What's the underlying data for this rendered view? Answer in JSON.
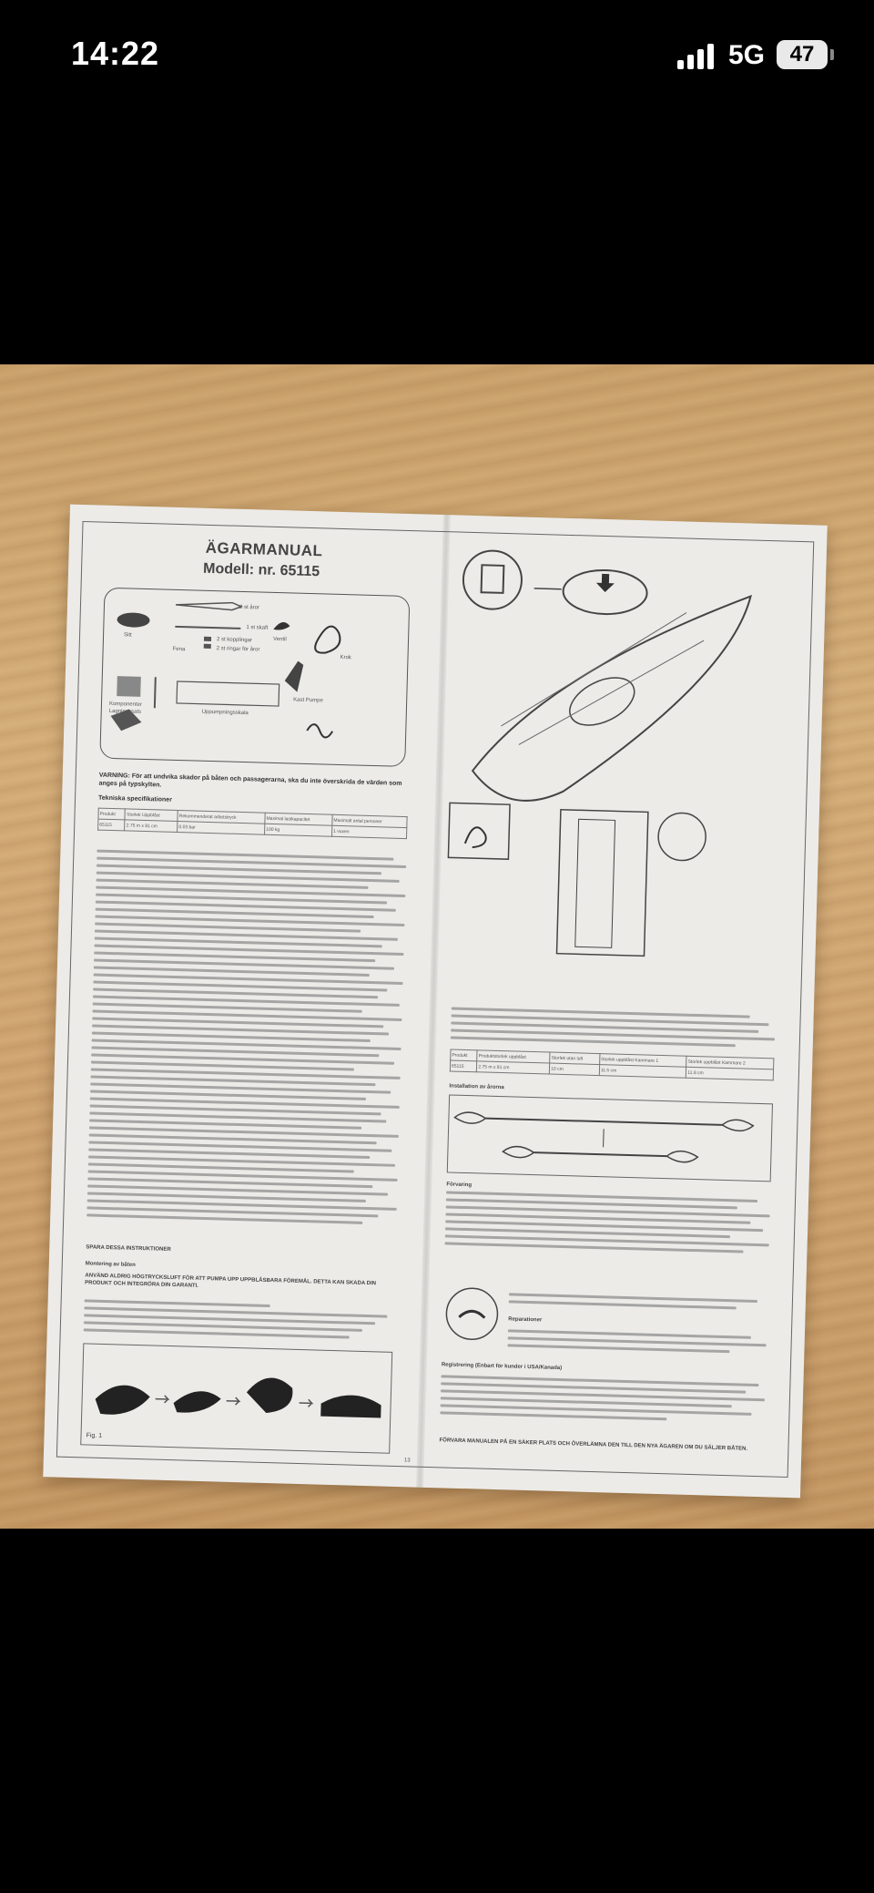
{
  "status_bar": {
    "time": "14:22",
    "network": "5G",
    "battery": "47"
  },
  "document": {
    "title": "ÄGARMANUAL",
    "model": "Modell: nr. 65115",
    "parts": {
      "paddle": "2 st åror",
      "shaft": "1 st skaft",
      "couplings": "2 st kopplingar",
      "ring": "2 st ringar för åror",
      "seat": "Sitt",
      "valve": "Ventil",
      "pump": "Kast Pumpe",
      "component": "Komponenter",
      "repair": "Lagningssats",
      "fin": "Fena",
      "hook": "Krok",
      "measure": "Uppumpningsskala"
    },
    "warning": "VARNING: För att undvika skador på båten och passagerarna, ska du inte överskrida de värden som anges på typskylten.",
    "spec_title": "Tekniska specifikationer",
    "spec_headers": [
      "Produkt",
      "Storlek Uppblåst",
      "Rekommenderat arbetstryck",
      "Maximal lastkapacitet",
      "Maximalt antal personer"
    ],
    "spec_row": [
      "65115",
      "2.75 m x 81 cm",
      "0.03 bar",
      "100 kg",
      "1 vuxen"
    ],
    "section_care": "SPARA DESSA INSTRUKTIONER",
    "assembly_head": "Montering av båten",
    "assembly_bold": "ANVÄND ALDRIG HÖGTRYCKSLUFT FÖR ATT PUMPA UPP UPPBLÅSBARA FÖREMÅL. DETTA KAN SKADA DIN PRODUKT OCH INTEGRÖRA DIN GARANTI.",
    "fig_label": "Fig. 1",
    "page_number": "13",
    "right_table_headers": [
      "Produkt",
      "Produktstorlek uppblåst",
      "Storlek utan luft",
      "Storlek uppblåst Kammare 1",
      "Storlek uppblåst Kammare 2"
    ],
    "right_table_row": [
      "65115",
      "2.75 m x 81 cm",
      "10 cm",
      "11.5 cm",
      "11.8 cm"
    ],
    "paddle_head": "Installation av årorna",
    "storage_head": "Förvaring",
    "repair_head": "Reparationer",
    "registration_head": "Registrering (Enbart för kunder i USA/Kanada)",
    "bottom_notice": "FÖRVARA MANUALEN PÅ EN SÄKER PLATS OCH ÖVERLÄMNA DEN TILL DEN NYA ÄGAREN OM DU SÄLJER BÅTEN."
  }
}
